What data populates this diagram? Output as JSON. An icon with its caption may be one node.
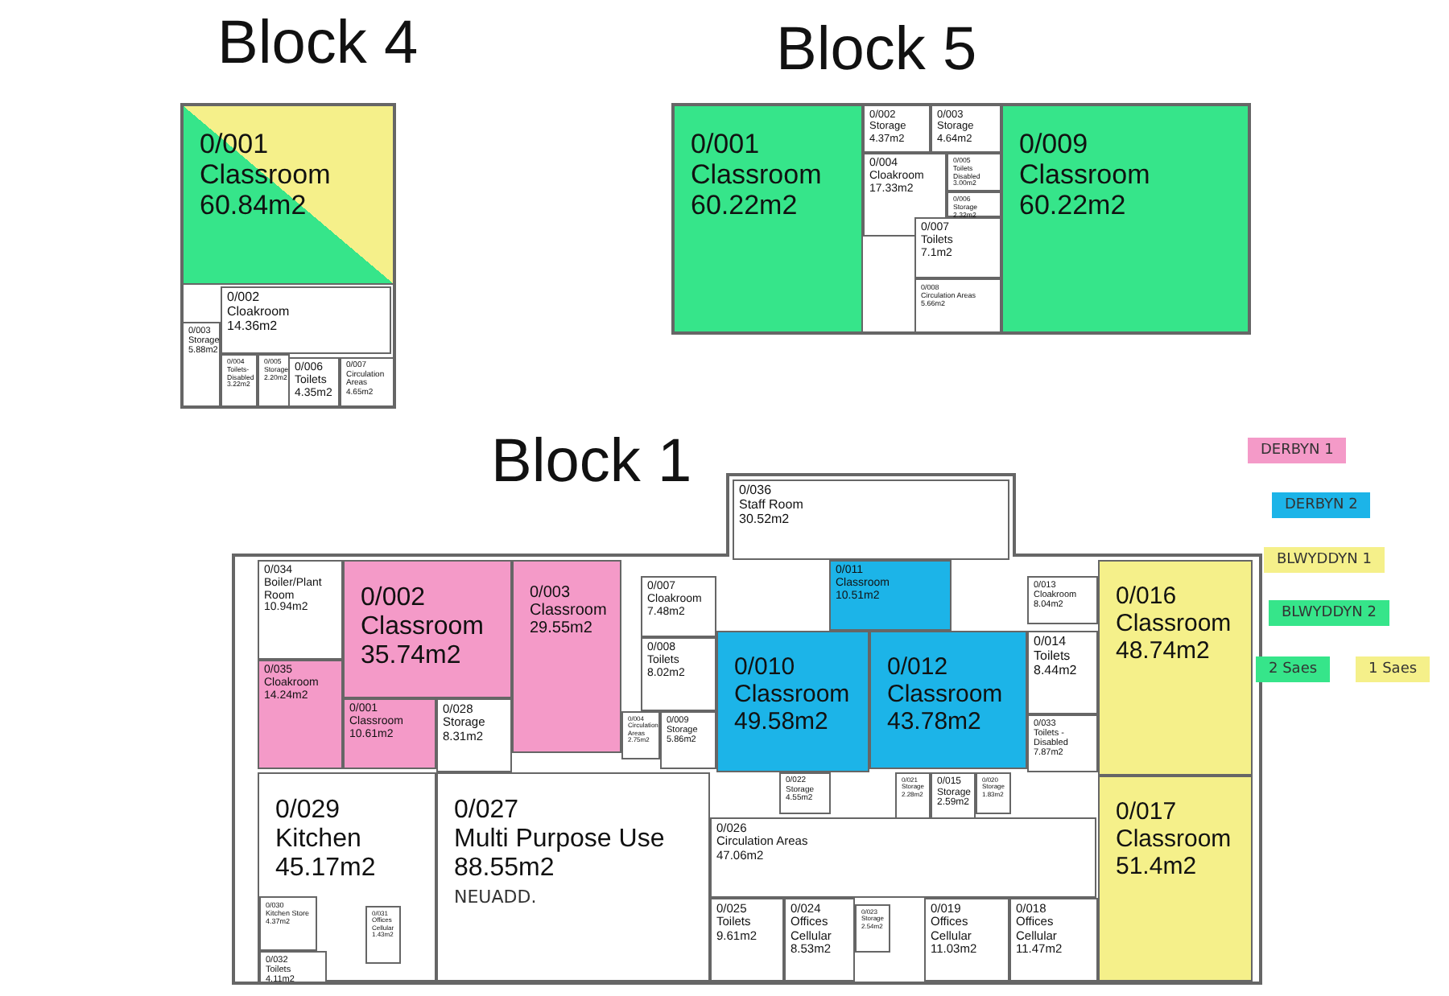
{
  "diagram": {
    "nodes": [
      {
        "text": [
          "Block 4"
        ]
      },
      {
        "text": [
          "0/001",
          "Classroom",
          "60.84m2"
        ],
        "in": 0
      },
      {
        "text": [
          "0/002",
          "Cloakroom",
          "14.36m2"
        ],
        "in": 0
      },
      {
        "text": [
          "0/003",
          "Storage",
          "5.88m2"
        ],
        "in": 0
      },
      {
        "text": [
          "0/004",
          "Toilets-Disabled",
          "3.22m2"
        ],
        "in": 0
      },
      {
        "text": [
          "0/005",
          "Storage",
          "2.20m2"
        ],
        "in": 0
      },
      {
        "text": [
          "0/006",
          "Toilets",
          "4.35m2"
        ],
        "in": 0
      },
      {
        "text": [
          "0/007",
          "Circulation Areas",
          "4.65m2"
        ],
        "in": 0
      },
      {
        "text": [
          "Block 5"
        ]
      },
      {
        "text": [
          "0/001",
          "Classroom",
          "60.22m2"
        ],
        "in": 8
      },
      {
        "text": [
          "0/002",
          "Storage",
          "4.37m2"
        ],
        "in": 8
      },
      {
        "text": [
          "0/003",
          "Storage",
          "4.64m2"
        ],
        "in": 8
      },
      {
        "text": [
          "0/004",
          "Cloakroom",
          "17.33m2"
        ],
        "in": 8
      },
      {
        "text": [
          "0/005",
          "Toilets Disabled",
          "3.00m2"
        ],
        "in": 8
      },
      {
        "text": [
          "0/006",
          "Storage",
          "2.32m2"
        ],
        "in": 8
      },
      {
        "text": [
          "0/007",
          "Toilets",
          "7.1m2"
        ],
        "in": 8
      },
      {
        "text": [
          "0/008",
          "Circulation Areas",
          "5.66m2"
        ],
        "in": 8
      },
      {
        "text": [
          "0/009",
          "Classroom",
          "60.22m2"
        ],
        "in": 8
      },
      {
        "text": [
          "Block 1"
        ]
      },
      {
        "text": [
          "0/036",
          "Staff Room",
          "30.52m2"
        ],
        "in": 18
      },
      {
        "text": [
          "0/034",
          "Boiler/Plant Room",
          "10.94m2"
        ],
        "in": 18
      },
      {
        "text": [
          "0/002",
          "Classroom",
          "35.74m2"
        ],
        "in": 18
      },
      {
        "text": [
          "0/003",
          "Classroom",
          "29.55m2"
        ],
        "in": 18
      },
      {
        "text": [
          "0/007",
          "Cloakroom",
          "7.48m2"
        ],
        "in": 18
      },
      {
        "text": [
          "0/011",
          "Classroom",
          "10.51m2"
        ],
        "in": 18
      },
      {
        "text": [
          "0/010",
          "Classroom",
          "49.58m2"
        ],
        "in": 18
      },
      {
        "text": [
          "0/012",
          "Classroom",
          "43.78m2"
        ],
        "in": 18
      },
      {
        "text": [
          "0/013",
          "Cloakroom",
          "8.04m2"
        ],
        "in": 18
      },
      {
        "text": [
          "0/016",
          "Classroom",
          "48.74m2"
        ],
        "in": 18
      },
      {
        "text": [
          "0/008",
          "Toilets",
          "8.02m2"
        ],
        "in": 18
      },
      {
        "text": [
          "0/014",
          "Toilets",
          "8.44m2"
        ],
        "in": 18
      },
      {
        "text": [
          "0/035",
          "Cloakroom",
          "14.24m2"
        ],
        "in": 18
      },
      {
        "text": [
          "0/001",
          "Classroom",
          "10.61m2"
        ],
        "in": 18
      },
      {
        "text": [
          "0/028",
          "Storage",
          "8.31m2"
        ],
        "in": 18
      },
      {
        "text": [
          "0/004",
          "Circulation Areas",
          "2.75m2"
        ],
        "in": 18
      },
      {
        "text": [
          "0/009",
          "Storage",
          "5.86m2"
        ],
        "in": 18
      },
      {
        "text": [
          "0/033",
          "Toilets - Disabled",
          "7.87m2"
        ],
        "in": 18
      },
      {
        "text": [
          "0/022",
          "Storage",
          "4.55m2"
        ],
        "in": 18
      },
      {
        "text": [
          "0/021",
          "Storage",
          "2.28m2"
        ],
        "in": 18
      },
      {
        "text": [
          "0/015",
          "Storage",
          "2.59m2"
        ],
        "in": 18
      },
      {
        "text": [
          "0/020",
          "Storage",
          "1.83m2"
        ],
        "in": 18
      },
      {
        "text": [
          "0/029",
          "Kitchen",
          "45.17m2"
        ],
        "in": 18
      },
      {
        "text": [
          "0/027",
          "Multi Purpose Use",
          "88.55m2",
          "NEUADD."
        ],
        "in": 18
      },
      {
        "text": [
          "0/026",
          "Circulation Areas",
          "47.06m2"
        ],
        "in": 18
      },
      {
        "text": [
          "0/017",
          "Classroom",
          "51.4m2"
        ],
        "in": 18
      },
      {
        "text": [
          "0/030",
          "Kitchen Store",
          "4.37m2"
        ],
        "in": 41
      },
      {
        "text": [
          "0/031",
          "Offices Cellular",
          "1.43m2"
        ],
        "in": 41
      },
      {
        "text": [
          "0/032",
          "Toilets",
          "4.11m2"
        ],
        "in": 41
      },
      {
        "text": [
          "0/025",
          "Toilets",
          "9.61m2"
        ],
        "in": 18
      },
      {
        "text": [
          "0/024",
          "Offices Cellular",
          "8.53m2"
        ],
        "in": 18
      },
      {
        "text": [
          "0/023",
          "Storage",
          "2.54m2"
        ],
        "in": 18
      },
      {
        "text": [
          "0/019",
          "Offices Cellular",
          "11.03m2"
        ],
        "in": 18
      },
      {
        "text": [
          "0/018",
          "Offices Cellular",
          "11.47m2"
        ],
        "in": 18
      }
    ],
    "legend": [
      {
        "text": "DERBYN 1",
        "color": "#f49ac8"
      },
      {
        "text": "DERBYN 2",
        "color": "#1cb4e8"
      },
      {
        "text": "BLWYDDYN 1",
        "color": "#f5f08a"
      },
      {
        "text": "BLWYDDYN 2",
        "color": "#36e58a"
      },
      {
        "text": "2 Saes",
        "color": "#36e58a"
      },
      {
        "text": "1 Saes",
        "color": "#f5f08a"
      }
    ]
  }
}
